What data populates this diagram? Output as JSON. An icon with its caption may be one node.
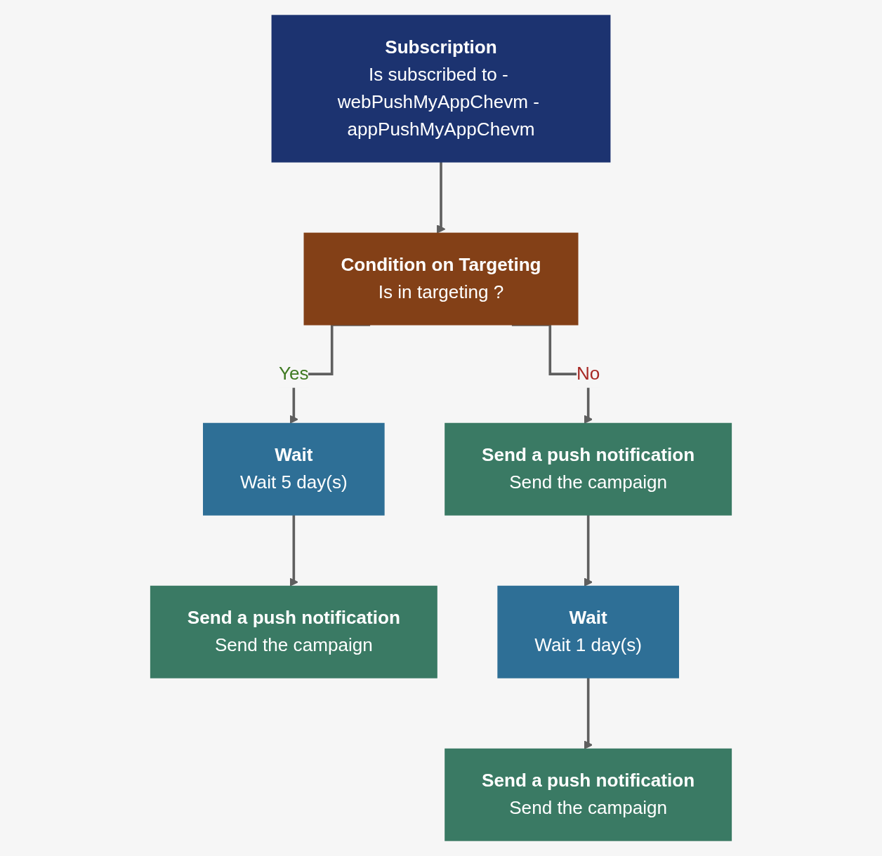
{
  "diagram": {
    "nodes": [
      {
        "text": [
          "Subscription",
          "Is subscribed to - webPushMyAppChevm - appPushMyAppChevm"
        ]
      },
      {
        "text": [
          "Condition on Targeting",
          "Is in targeting ?"
        ]
      },
      {
        "text": [
          "Wait",
          "Wait 5 day(s)"
        ]
      },
      {
        "text": [
          "Send a push notification",
          "Send the campaign"
        ]
      },
      {
        "text": [
          "Send a push notification",
          "Send the campaign"
        ]
      },
      {
        "text": [
          "Wait",
          "Wait 1 day(s)"
        ]
      },
      {
        "text": [
          "Send a push notification",
          "Send the campaign"
        ]
      }
    ],
    "edges": [
      {
        "from": 0,
        "to": 1,
        "arrow": "to"
      },
      {
        "from": 1,
        "to": 2,
        "label": "Yes",
        "arrow": "to"
      },
      {
        "from": 1,
        "to": 3,
        "label": "No",
        "arrow": "to"
      },
      {
        "from": 2,
        "to": 4,
        "arrow": "to"
      },
      {
        "from": 3,
        "to": 5,
        "arrow": "to"
      },
      {
        "from": 5,
        "to": 6,
        "arrow": "to"
      }
    ]
  }
}
